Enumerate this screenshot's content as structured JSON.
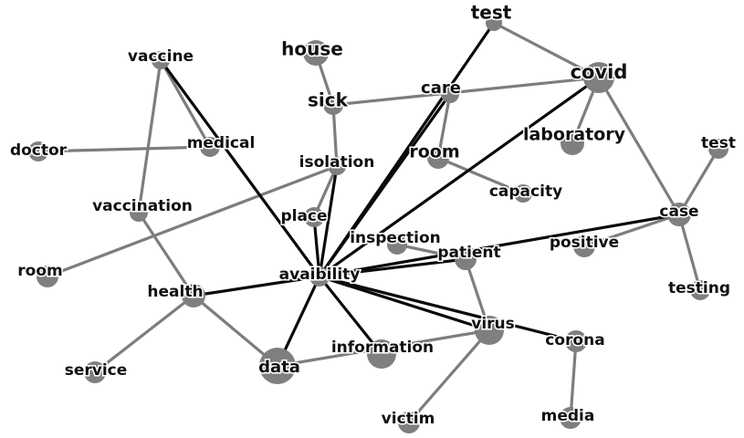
{
  "network": {
    "nodes": [
      {
        "id": "test_top",
        "label": "test",
        "weight": 1.0
      },
      {
        "id": "house",
        "label": "house",
        "weight": 1.4
      },
      {
        "id": "vaccine",
        "label": "vaccine",
        "weight": 1.2
      },
      {
        "id": "covid",
        "label": "covid",
        "weight": 2.2
      },
      {
        "id": "sick",
        "label": "sick",
        "weight": 1.0
      },
      {
        "id": "care",
        "label": "care",
        "weight": 1.0
      },
      {
        "id": "laboratory",
        "label": "laboratory",
        "weight": 1.4
      },
      {
        "id": "test_right",
        "label": "test",
        "weight": 1.0
      },
      {
        "id": "doctor",
        "label": "doctor",
        "weight": 1.0
      },
      {
        "id": "medical",
        "label": "medical",
        "weight": 1.0
      },
      {
        "id": "room_mid",
        "label": "room",
        "weight": 1.1
      },
      {
        "id": "isolation",
        "label": "isolation",
        "weight": 1.0
      },
      {
        "id": "capacity",
        "label": "capacity",
        "weight": 1.0
      },
      {
        "id": "vaccination",
        "label": "vaccination",
        "weight": 1.0
      },
      {
        "id": "case",
        "label": "case",
        "weight": 1.3
      },
      {
        "id": "place",
        "label": "place",
        "weight": 1.0
      },
      {
        "id": "inspection",
        "label": "inspection",
        "weight": 1.0
      },
      {
        "id": "positive",
        "label": "positive",
        "weight": 1.0
      },
      {
        "id": "patient",
        "label": "patient",
        "weight": 1.3
      },
      {
        "id": "room_left",
        "label": "room",
        "weight": 1.0
      },
      {
        "id": "availability",
        "label": "avaibility",
        "weight": 1.2
      },
      {
        "id": "testing",
        "label": "testing",
        "weight": 1.0
      },
      {
        "id": "health",
        "label": "health",
        "weight": 1.2
      },
      {
        "id": "virus",
        "label": "virus",
        "weight": 1.6
      },
      {
        "id": "corona",
        "label": "corona",
        "weight": 1.0
      },
      {
        "id": "information",
        "label": "information",
        "weight": 1.6
      },
      {
        "id": "data",
        "label": "data",
        "weight": 2.2
      },
      {
        "id": "service",
        "label": "service",
        "weight": 1.0
      },
      {
        "id": "victim",
        "label": "victim",
        "weight": 1.0
      },
      {
        "id": "media",
        "label": "media",
        "weight": 1.0
      }
    ],
    "edges": [
      {
        "source": "availability",
        "target": "test_top",
        "tone": "dark"
      },
      {
        "source": "availability",
        "target": "care",
        "tone": "dark"
      },
      {
        "source": "availability",
        "target": "covid",
        "tone": "dark"
      },
      {
        "source": "availability",
        "target": "vaccine",
        "tone": "dark"
      },
      {
        "source": "availability",
        "target": "isolation",
        "tone": "dark"
      },
      {
        "source": "availability",
        "target": "place",
        "tone": "dark"
      },
      {
        "source": "availability",
        "target": "case",
        "tone": "dark"
      },
      {
        "source": "availability",
        "target": "patient",
        "tone": "dark"
      },
      {
        "source": "availability",
        "target": "health",
        "tone": "dark"
      },
      {
        "source": "availability",
        "target": "data",
        "tone": "dark"
      },
      {
        "source": "availability",
        "target": "information",
        "tone": "dark"
      },
      {
        "source": "availability",
        "target": "virus",
        "tone": "dark"
      },
      {
        "source": "availability",
        "target": "corona",
        "tone": "dark"
      },
      {
        "source": "test_top",
        "target": "covid",
        "tone": "gray"
      },
      {
        "source": "sick",
        "target": "covid",
        "tone": "gray"
      },
      {
        "source": "house",
        "target": "sick",
        "tone": "gray"
      },
      {
        "source": "sick",
        "target": "isolation",
        "tone": "gray"
      },
      {
        "source": "care",
        "target": "room_mid",
        "tone": "gray"
      },
      {
        "source": "room_mid",
        "target": "capacity",
        "tone": "gray"
      },
      {
        "source": "covid",
        "target": "laboratory",
        "tone": "gray"
      },
      {
        "source": "covid",
        "target": "case",
        "tone": "gray"
      },
      {
        "source": "case",
        "target": "test_right",
        "tone": "gray"
      },
      {
        "source": "case",
        "target": "testing",
        "tone": "gray"
      },
      {
        "source": "case",
        "target": "positive",
        "tone": "gray"
      },
      {
        "source": "inspection",
        "target": "patient",
        "tone": "gray"
      },
      {
        "source": "patient",
        "target": "virus",
        "tone": "gray"
      },
      {
        "source": "vaccine",
        "target": "medical",
        "tone": "gray"
      },
      {
        "source": "vaccine",
        "target": "vaccination",
        "tone": "gray"
      },
      {
        "source": "doctor",
        "target": "medical",
        "tone": "gray"
      },
      {
        "source": "vaccination",
        "target": "health",
        "tone": "gray"
      },
      {
        "source": "isolation",
        "target": "room_left",
        "tone": "gray"
      },
      {
        "source": "isolation",
        "target": "place",
        "tone": "gray"
      },
      {
        "source": "health",
        "target": "service",
        "tone": "gray"
      },
      {
        "source": "health",
        "target": "data",
        "tone": "gray"
      },
      {
        "source": "data",
        "target": "virus",
        "tone": "gray"
      },
      {
        "source": "virus",
        "target": "victim",
        "tone": "gray"
      },
      {
        "source": "corona",
        "target": "media",
        "tone": "gray"
      }
    ]
  }
}
